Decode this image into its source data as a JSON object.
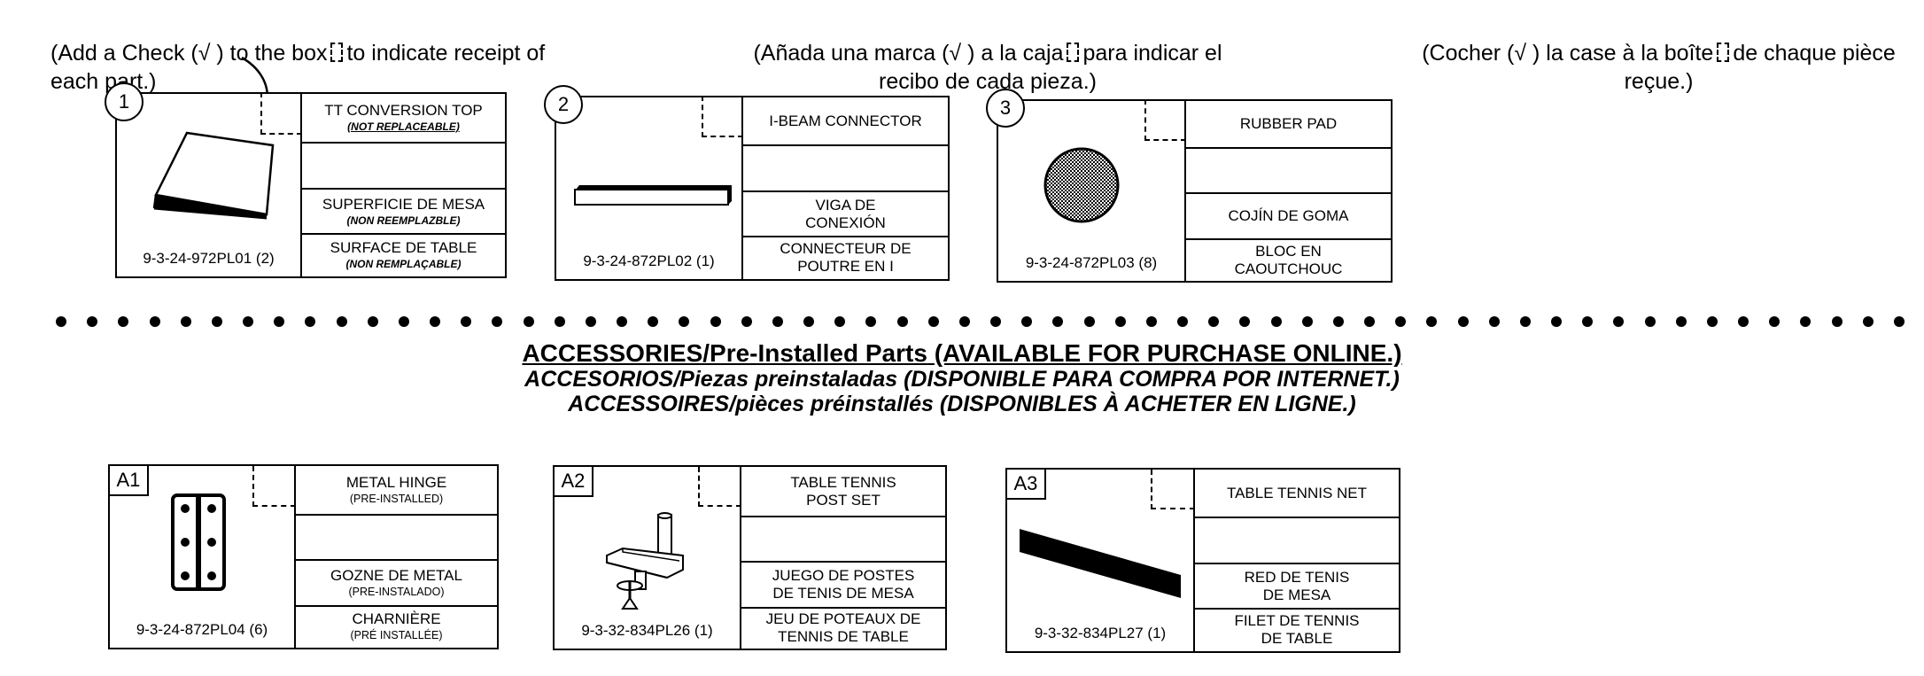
{
  "instructions": {
    "english": {
      "before": "(Add a Check (√ ) to the box",
      "after": "to indicate receipt of",
      "line2": "each part.)"
    },
    "spanish": {
      "before": "(Añada una marca (√ ) a la caja",
      "after": "para indicar el",
      "line2": "recibo de cada pieza.)"
    },
    "french": {
      "before": "(Cocher (√ ) la case à la boîte",
      "after": "de chaque pièce",
      "line2": "reçue.)"
    }
  },
  "parts": [
    {
      "number": "1",
      "part_no": "9-3-24-972PL01 (2)",
      "icon": "folded-table-top-icon",
      "en": "TT CONVERSION TOP",
      "en_note": "(NOT REPLACEABLE)",
      "es": "SUPERFICIE DE MESA",
      "es_note": "(NON REEMPLAZBLE)",
      "fr": "SURFACE DE TABLE",
      "fr_note": "(NON REMPLAÇABLE)"
    },
    {
      "number": "2",
      "part_no": "9-3-24-872PL02 (1)",
      "icon": "i-beam-connector-icon",
      "en": "I-BEAM CONNECTOR",
      "es_line1": "VIGA DE",
      "es_line2": "CONEXIÓN",
      "fr_line1": "CONNECTEUR DE",
      "fr_line2": "POUTRE EN I"
    },
    {
      "number": "3",
      "part_no": "9-3-24-872PL03 (8)",
      "icon": "rubber-pad-icon",
      "en": "RUBBER PAD",
      "es": "COJÍN DE GOMA",
      "fr_line1": "BLOC EN",
      "fr_line2": "CAOUTCHOUC"
    }
  ],
  "accessories_heading": {
    "english": "ACCESSORIES/Pre-Installed Parts  (AVAILABLE FOR PURCHASE ONLINE.)",
    "spanish": "ACCESORIOS/Piezas preinstaladas (DISPONIBLE PARA COMPRA POR INTERNET.)",
    "french": "ACCESSOIRES/pièces préinstallés (DISPONIBLES À ACHETER EN LIGNE.)"
  },
  "accessories": [
    {
      "label": "A1",
      "part_no": "9-3-24-872PL04 (6)",
      "icon": "metal-hinge-icon",
      "en": "METAL HINGE",
      "en_note": "(PRE-INSTALLED)",
      "es": "GOZNE DE METAL",
      "es_note": "(PRE-INSTALADO)",
      "fr": "CHARNIÈRE",
      "fr_note": "(PRÉ INSTALLÉE)"
    },
    {
      "label": "A2",
      "part_no": "9-3-32-834PL26 (1)",
      "icon": "post-set-clamp-icon",
      "en_line1": "TABLE TENNIS",
      "en_line2": "POST SET",
      "es_line1": "JUEGO DE POSTES",
      "es_line2": "DE TENIS DE MESA",
      "fr_line1": "JEU DE POTEAUX DE",
      "fr_line2": "TENNIS DE TABLE"
    },
    {
      "label": "A3",
      "part_no": "9-3-32-834PL27 (1)",
      "icon": "table-tennis-net-icon",
      "en": "TABLE TENNIS NET",
      "es_line1": "RED DE TENIS",
      "es_line2": "DE MESA",
      "fr_line1": "FILET DE TENNIS",
      "fr_line2": "DE TABLE"
    }
  ],
  "divider": {
    "dot_count": 60,
    "style": "dotted-separator"
  }
}
